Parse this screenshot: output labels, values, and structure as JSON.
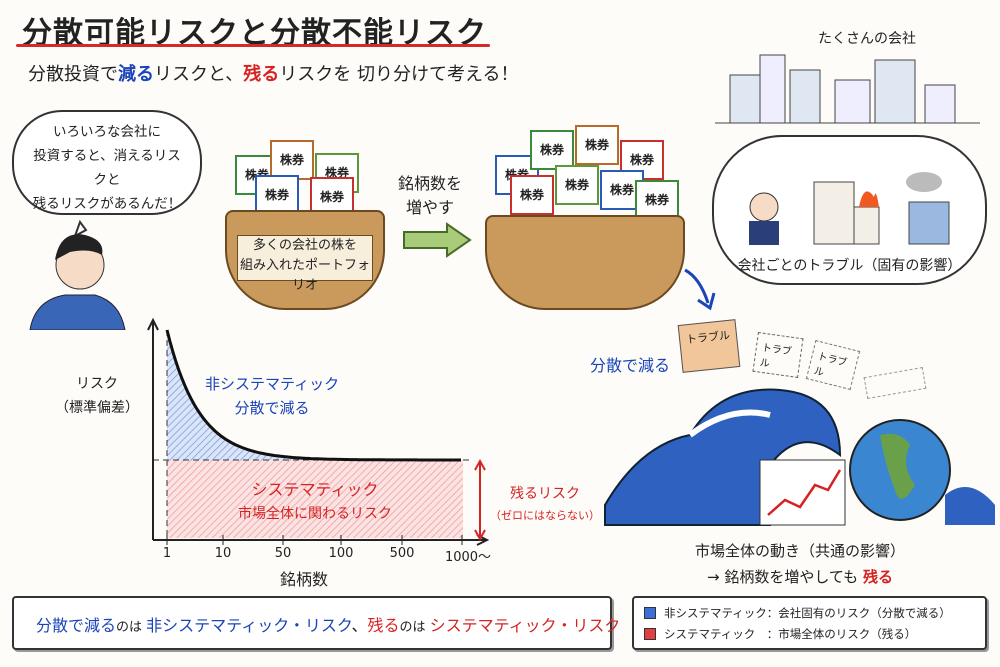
{
  "title": "分散可能リスクと分散不能リスク",
  "subtitle": {
    "pre": "分散投資で",
    "reduce": "減る",
    "mid": "リスクと、",
    "remain": "残る",
    "post": "リスクを 切り分けて考える！"
  },
  "speech_bubble": {
    "lines": [
      "いろいろな会社に",
      "投資すると、消えるリスクと",
      "残るリスクがあるんだ！"
    ]
  },
  "basket_small": {
    "cert_label": "株券",
    "band": [
      "多くの会社の株を",
      "組み入れたポートフォリオ"
    ]
  },
  "arrow_label": [
    "銘柄数を",
    "増やす"
  ],
  "basket_large": {
    "cert_label": "株券"
  },
  "companies": {
    "label": "たくさんの会社",
    "thought": "会社ごとのトラブル（固有の影響）"
  },
  "trouble": {
    "reduce_label": "分散で減る",
    "paper_label": "トラブル"
  },
  "market": {
    "line1": "市場全体の動き（共通の影響）",
    "line2_pre": "→ 銘柄数を増やしても ",
    "line2_remain": "残る"
  },
  "chart_data": {
    "type": "area",
    "xlabel": "銘柄数",
    "ylabel": [
      "リスク",
      "（標準偏差）"
    ],
    "x_ticks": [
      "1",
      "10",
      "50",
      "100",
      "500",
      "1000〜"
    ],
    "unsystematic": {
      "label": [
        "非システマティック",
        "分散で減る"
      ],
      "color": "#3a6fd8"
    },
    "systematic": {
      "label": [
        "システマティック",
        "市場全体に関わるリスク"
      ],
      "color": "#e04040"
    },
    "remaining_annotation": [
      "残るリスク",
      "（ゼロにはならない）"
    ]
  },
  "summary": {
    "p1": "分散で減る",
    "p2": "のは ",
    "p3": "非システマティック・リスク",
    "p4": "、",
    "p5": "残る",
    "p6": "のは ",
    "p7": "システマティック・リスク"
  },
  "legend": [
    {
      "label": "非システマティック：会社固有のリスク（分散で減る）",
      "color": "#3a6fd8"
    },
    {
      "label": "システマティック　：市場全体のリスク（残る）",
      "color": "#e04040"
    }
  ]
}
